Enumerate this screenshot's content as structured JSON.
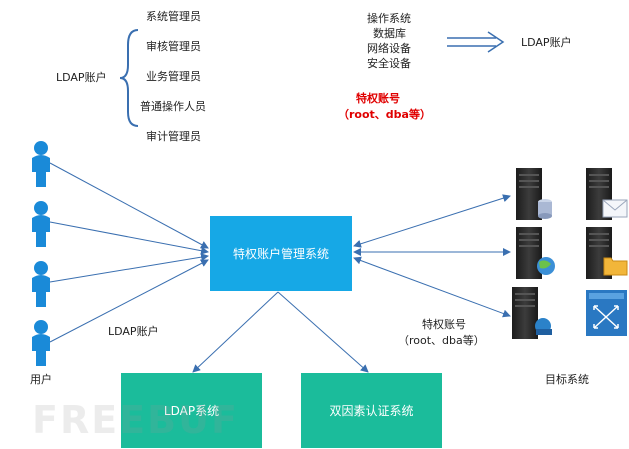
{
  "top_left": {
    "ldap_account_label": "LDAP账户",
    "roles": [
      "系统管理员",
      "审核管理员",
      "业务管理员",
      "普通操作人员",
      "审计管理员"
    ]
  },
  "top_right": {
    "resource_types": [
      "操作系统",
      "数据库",
      "网络设备",
      "安全设备"
    ],
    "ldap_account_label": "LDAP账户",
    "privileged_title": "特权账号",
    "privileged_examples": "（root、dba等）"
  },
  "users_label": "用户",
  "ldap_account_mid_label": "LDAP账户",
  "center_box": "特权账户管理系统",
  "bottom_boxes": [
    "LDAP系统",
    "双因素认证系统"
  ],
  "privileged_mid": {
    "title": "特权账号",
    "examples": "（root、dba等）"
  },
  "targets_label": "目标系统",
  "watermark": "FREEBUF",
  "colors": {
    "arrow": "#3a6fb0",
    "center_box": "#16a8e6",
    "bottom_box": "#1bbc9b",
    "person": "#1a8ad8"
  }
}
